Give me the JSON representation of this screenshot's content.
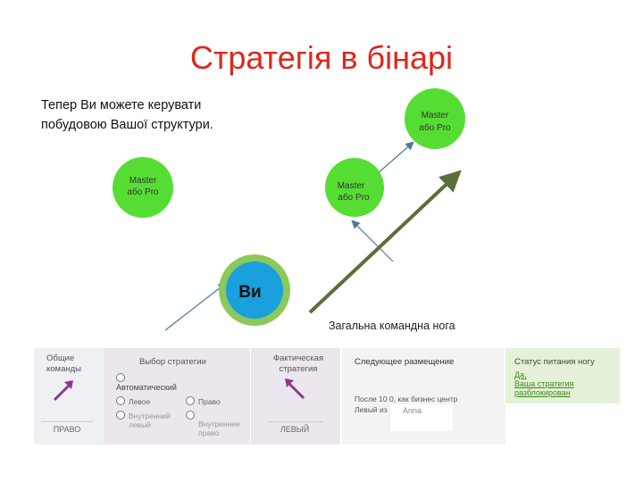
{
  "slide": {
    "title": "Стратегія в бінарі",
    "intro_line1": "Тепер Ви можете керувати",
    "intro_line2": "побудовою Вашої структури."
  },
  "diagram": {
    "node_line1": "Master",
    "node_line2": "або  Pro",
    "you": "Ви",
    "leg_caption": "Загальна командна нога",
    "colors": {
      "node_fill": "#55dd33",
      "you_fill": "#1aa0dd",
      "you_ring": "#8cc85a",
      "arrow": "#4d7a99",
      "leg_arrow": "#5a6e3a"
    }
  },
  "panel": {
    "col1": {
      "header": "Общие команды",
      "button": "ПРАВО"
    },
    "col2": {
      "header": "Выбор стратегии",
      "auto": "Автоматический",
      "left": "Левое",
      "right": "Право",
      "inner_left": "Внутренний левый",
      "inner_right": "Внутреннее право"
    },
    "col3": {
      "header": "Фактическая стратегия",
      "button": "ЛЕВЫЙ"
    },
    "col4": {
      "header": "Следующее размещение",
      "line1": "После 10 0, как бизнес центр",
      "line2": "Левый из",
      "name": "Anna"
    },
    "col5": {
      "header": "Статус питания ногу",
      "line1": "Да,",
      "line2": "Ваша стратегия",
      "line3": "разблокирован"
    }
  }
}
